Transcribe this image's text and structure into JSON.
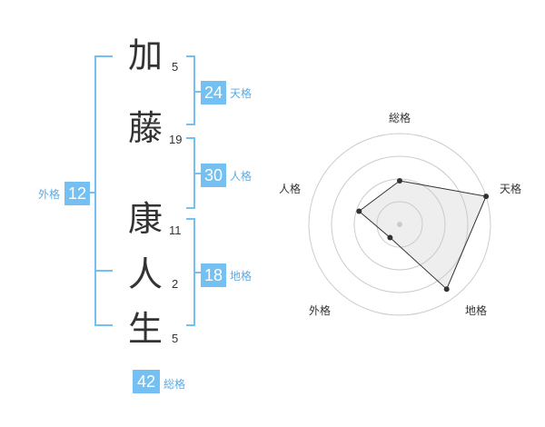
{
  "colors": {
    "accent": "#74c0f2",
    "label": "#5aabe4",
    "text": "#333333"
  },
  "surname": [
    {
      "char": "加",
      "strokes": "5"
    },
    {
      "char": "藤",
      "strokes": "19"
    }
  ],
  "given": [
    {
      "char": "康",
      "strokes": "11"
    },
    {
      "char": "人",
      "strokes": "2"
    },
    {
      "char": "生",
      "strokes": "5"
    }
  ],
  "fortunes": {
    "ten": {
      "label": "天格",
      "value": "24"
    },
    "jin": {
      "label": "人格",
      "value": "30"
    },
    "chi": {
      "label": "地格",
      "value": "18"
    },
    "gai": {
      "label": "外格",
      "value": "12"
    },
    "sou": {
      "label": "総格",
      "value": "42"
    }
  },
  "chart_data": {
    "type": "radar",
    "axes": [
      "総格",
      "天格",
      "地格",
      "外格",
      "人格"
    ],
    "values": [
      0.48,
      1.0,
      0.88,
      0.18,
      0.47
    ],
    "rings": 4,
    "grid": true
  }
}
